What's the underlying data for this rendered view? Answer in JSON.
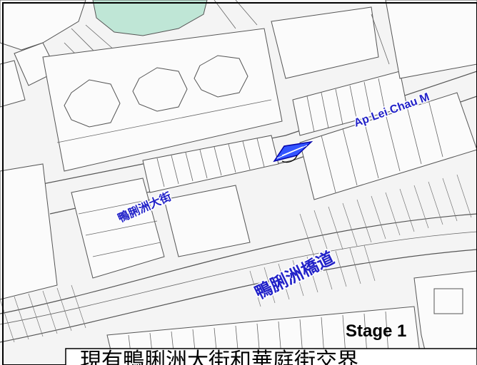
{
  "labels": {
    "ap_lei_chau_main_street_en": "Ap Lei Chau M",
    "ap_lei_chau_main_street_zh": "鴨脷洲大街",
    "ap_lei_chau_bridge_road_zh": "鴨脷洲橋道",
    "stage": "Stage 1",
    "caption": "現有鴨脷洲大街和華庭街交界"
  },
  "colors": {
    "road_label": "#2222c8",
    "marker_fill": "#3355ff",
    "marker_stroke": "#0000aa",
    "water": "#bfe6d6",
    "map_background": "#f4f4f4",
    "linework": "#555555"
  },
  "icons": {
    "location_marker": "blue-diamond-marker-icon"
  }
}
